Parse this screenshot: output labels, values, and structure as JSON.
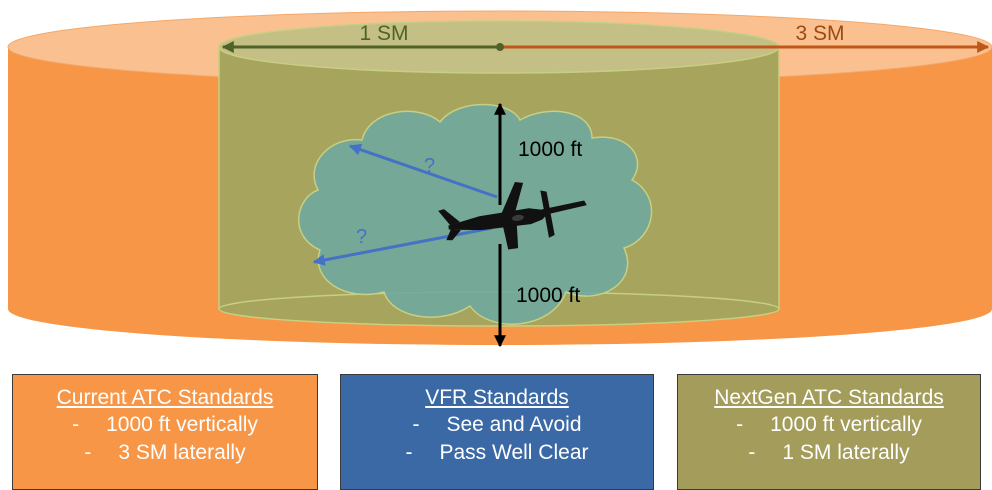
{
  "colors": {
    "outer_cylinder": "#f79646",
    "inner_cylinder": "#a7a45d",
    "cloud": "#6fa8a0",
    "lateral_1sm": "#4f6228",
    "lateral_3sm": "#c0571a",
    "question_arrow": "#4472c4",
    "current_box": "#f79646",
    "vfr_box": "#3a69a6",
    "nextgen_box": "#a39c5a"
  },
  "icons": [
    "airplane-icon",
    "cloud-shape"
  ],
  "diagram": {
    "label_1sm": "1 SM",
    "label_3sm": "3 SM",
    "label_vertical_top": "1000 ft",
    "label_vertical_bottom": "1000 ft",
    "question_top": "?",
    "question_bottom": "?"
  },
  "boxes": {
    "current": {
      "title": "Current ATC Standards",
      "items": [
        "1000 ft vertically",
        "3 SM laterally"
      ]
    },
    "vfr": {
      "title": "VFR Standards",
      "items": [
        "See and Avoid",
        "Pass Well Clear"
      ]
    },
    "nextgen": {
      "title": "NextGen ATC Standards",
      "items": [
        "1000 ft vertically",
        "1 SM laterally"
      ]
    }
  }
}
